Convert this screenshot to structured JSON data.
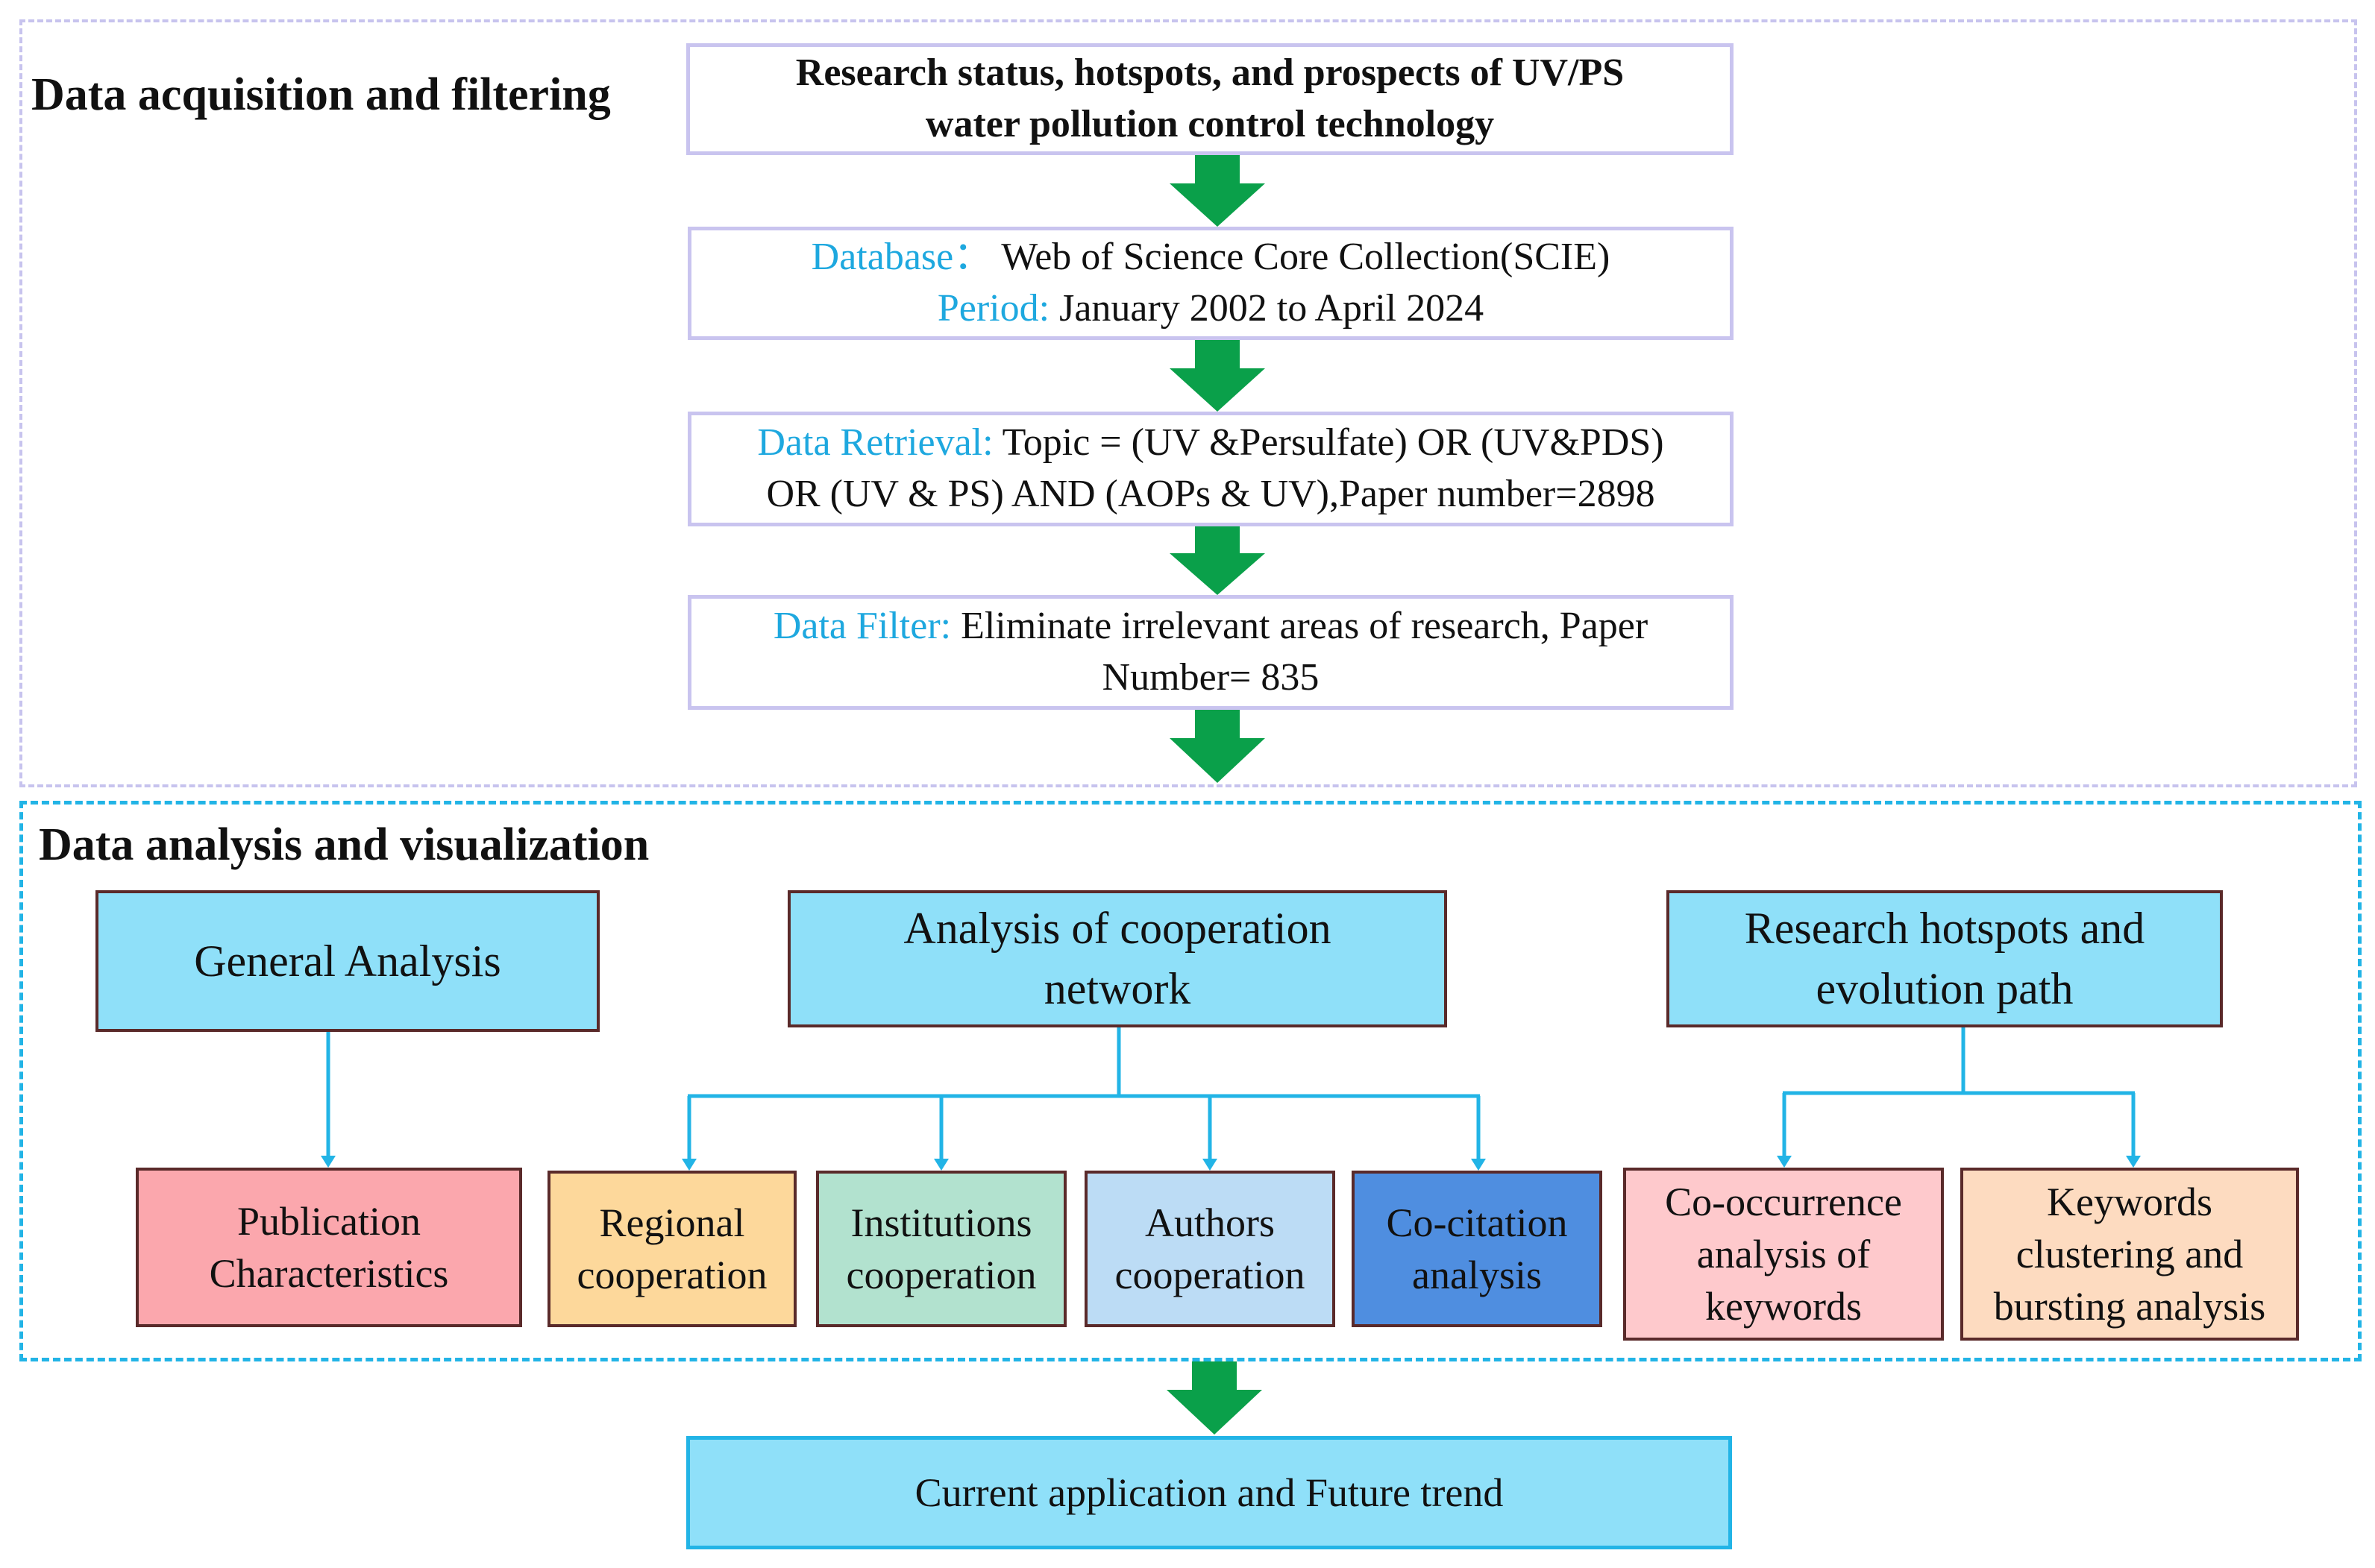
{
  "section_acquisition": {
    "title": "Data acquisition and filtering"
  },
  "topic_box": {
    "line1": "Research status, hotspots, and prospects of UV/PS",
    "line2": "water pollution control technology"
  },
  "database_box": {
    "db_label": "Database：",
    "db_value": " Web of Science Core Collection(SCIE)",
    "period_label": "Period:",
    "period_value": " January 2002 to April 2024"
  },
  "retrieval_box": {
    "label": "Data Retrieval:",
    "line1_value": " Topic = (UV &Persulfate) OR (UV&PDS)",
    "line2": "OR (UV & PS) AND (AOPs & UV),Paper number=2898"
  },
  "filter_box": {
    "label": "Data Filter:",
    "line1_value": " Eliminate irrelevant areas of research, Paper",
    "line2": "Number= 835"
  },
  "section_analysis": {
    "title": "Data analysis and visualization"
  },
  "categories": {
    "general": {
      "label": "General Analysis"
    },
    "cooperation": {
      "line1": "Analysis of cooperation",
      "line2": "network"
    },
    "hotspots": {
      "line1": "Research hotspots and",
      "line2": "evolution path"
    }
  },
  "leaves": {
    "publication": {
      "line1": "Publication",
      "line2": "Characteristics"
    },
    "regional": {
      "line1": "Regional",
      "line2": "cooperation"
    },
    "institutions": {
      "line1": "Institutions",
      "line2": "cooperation"
    },
    "authors": {
      "line1": "Authors",
      "line2": "cooperation"
    },
    "cocitation": {
      "line1": "Co-citation",
      "line2": "analysis"
    },
    "cooccurrence": {
      "line1": "Co-occurrence",
      "line2": "analysis of",
      "line3": "keywords"
    },
    "clustering": {
      "line1": "Keywords",
      "line2": "clustering and",
      "line3": "bursting analysis"
    }
  },
  "final_box": {
    "label": "Current application and Future trend"
  },
  "colors": {
    "flow_arrow": "#0aa04a",
    "connector": "#22b4e6",
    "category_fill": "#8fe0f9",
    "label_cyan": "#1ea8df",
    "publication": "#fba7ad",
    "regional": "#fdd89b",
    "institutions": "#b2e2cf",
    "authors": "#bcdcf5",
    "cocitation": "#4f8ee0",
    "cooccurrence": "#fec9cc",
    "clustering": "#fddbc0"
  }
}
